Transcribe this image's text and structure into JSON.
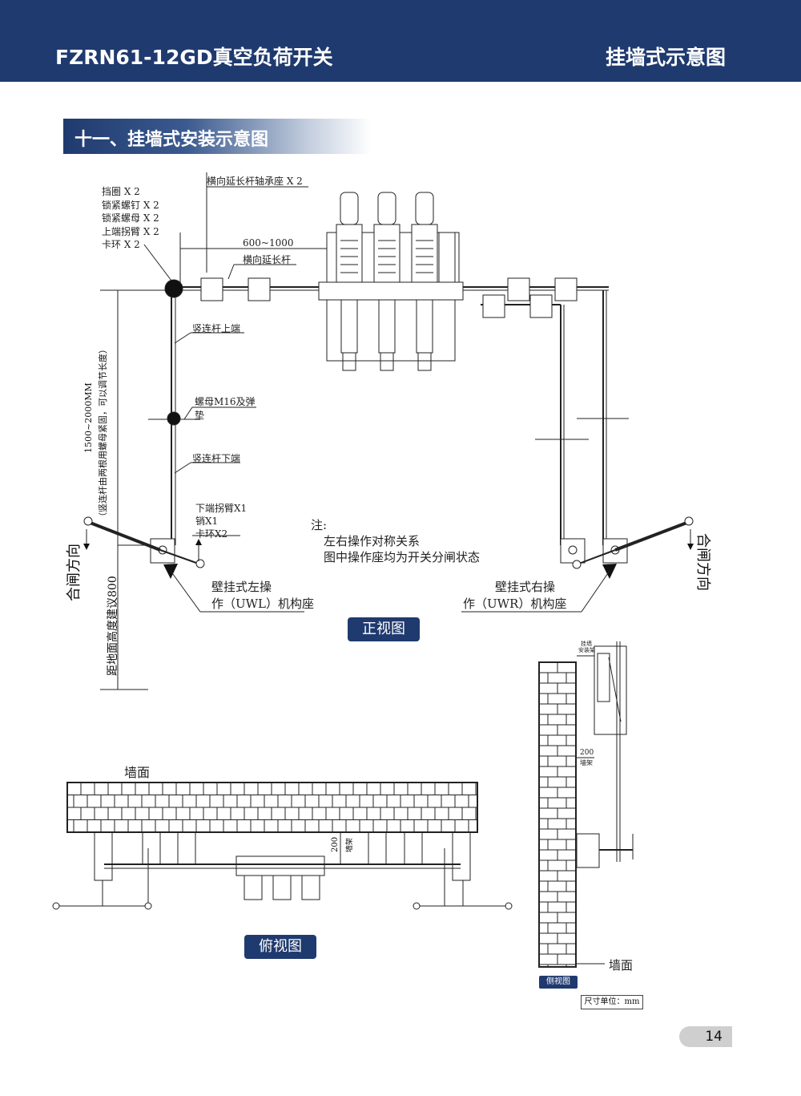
{
  "header": {
    "title": "FZRN61-12GD真空负荷开关",
    "right_title": "挂墙式示意图"
  },
  "section": {
    "title": "十一、挂墙式安装示意图"
  },
  "front_view": {
    "parts_list": [
      "挡圈 X 2",
      "锁紧螺钉 X 2",
      "锁紧螺母 X 2",
      "上端拐臂 X 2",
      "卡环 X 2"
    ],
    "bearing_label": "横向延长杆轴承座 X 2",
    "dim_600": "600~1000",
    "ext_rod": "横向延长杆",
    "vrod_upper": "竖连杆上端",
    "nut_label_1": "螺母M16及弹",
    "nut_label_2": "垫",
    "vrod_lower": "竖连杆下端",
    "lower_parts": [
      "下端拐臂X1",
      "销X1",
      "卡环X2"
    ],
    "note_title": "注:",
    "note_lines": [
      "左右操作对称关系",
      "图中操作座均为开关分闸状态"
    ],
    "left_mech_1": "壁挂式左操",
    "left_mech_2": "作（UWL）机构座",
    "right_mech_1": "壁挂式右操",
    "right_mech_2": "作（UWR）机构座",
    "close_dir": "合闸方向",
    "height_dim_1": "1500~2000MM",
    "height_dim_2": "（竖连杆由两根用螺母紧固，可以调节长度）",
    "ground_height": "距地面高度建议800",
    "badge": "正视图"
  },
  "top_view": {
    "wall_label": "墙面",
    "dim_200": "200",
    "dim_wall": "墙架",
    "badge": "俯视图"
  },
  "side_view": {
    "hang_label_1": "挂墙",
    "hang_label_2": "安装架",
    "dim_200": "200",
    "wall_bracket": "墙架",
    "wall_label": "墙面",
    "badge": "侧视图",
    "unit": "尺寸单位：mm"
  },
  "page_number": "14",
  "colors": {
    "brand": "#1f3a6e",
    "page_tab": "#cfcfcf"
  }
}
